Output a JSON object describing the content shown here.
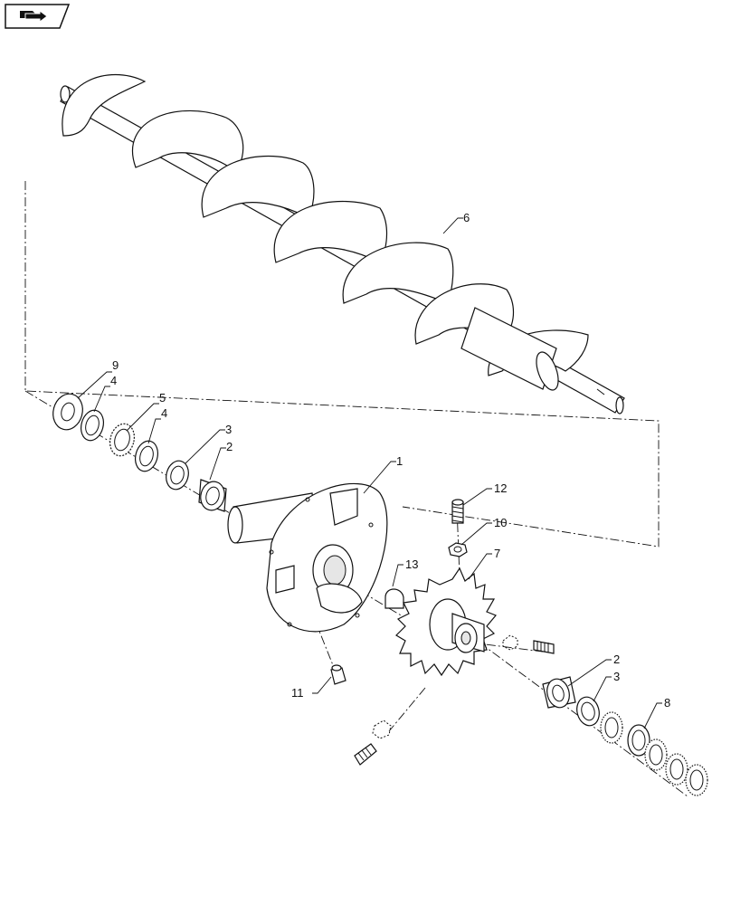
{
  "nav": {
    "icon": "book-arrow-icon"
  },
  "callouts": {
    "p1": "1",
    "p2a": "2",
    "p2b": "2",
    "p3a": "3",
    "p3b": "3",
    "p4a": "4",
    "p4b": "4",
    "p5": "5",
    "p6": "6",
    "p7": "7",
    "p8": "8",
    "p9": "9",
    "p10": "10",
    "p11": "11",
    "p12": "12",
    "p13": "13"
  }
}
